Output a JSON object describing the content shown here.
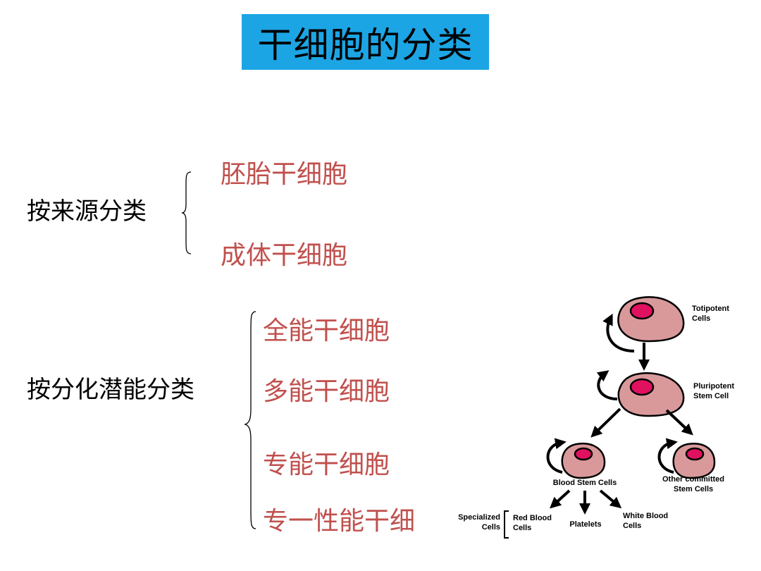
{
  "title": "干细胞的分类",
  "by_source": {
    "label": "按来源分类",
    "items": [
      "胚胎干细胞",
      "成体干细胞"
    ]
  },
  "by_potency": {
    "label": "按分化潜能分类",
    "items": [
      "全能干细胞",
      "多能干细胞",
      "专能干细胞",
      "专一性能干细"
    ]
  },
  "diagram": {
    "totipotent": [
      "Totipotent",
      "Cells"
    ],
    "pluripotent": [
      "Pluripotent",
      "Stem Cell"
    ],
    "blood_stem": "Blood Stem Cells",
    "other_committed": [
      "Other committed",
      "Stem Cells"
    ],
    "specialized": [
      "Specialized",
      "Cells"
    ],
    "red_blood": [
      "Red Blood",
      "Cells"
    ],
    "platelets": "Platelets",
    "white_blood": [
      "White Blood",
      "Cells"
    ]
  },
  "colors": {
    "title_bg": "#1ca5e4",
    "item_text": "#c0504d",
    "cell_fill": "#d9999b",
    "nucleus_fill": "#e0115f"
  }
}
